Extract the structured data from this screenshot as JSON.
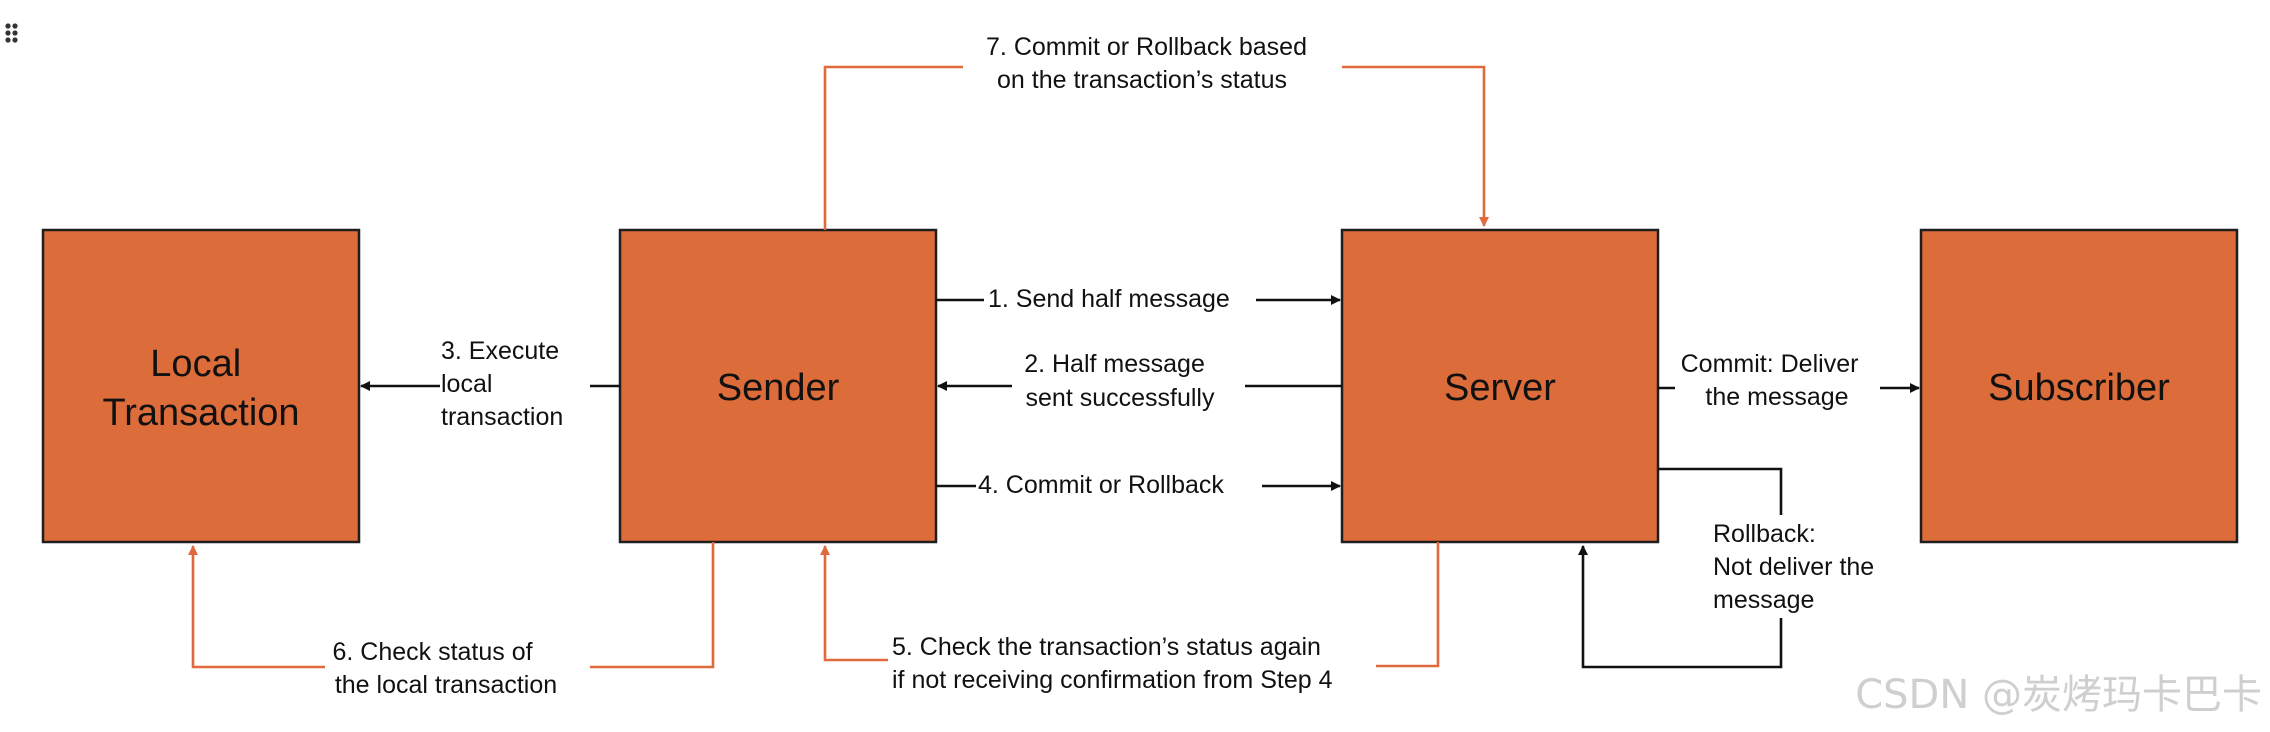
{
  "nodes": {
    "local_transaction": [
      "Local",
      "Transaction"
    ],
    "sender": "Sender",
    "server": "Server",
    "subscriber": "Subscriber"
  },
  "edges": {
    "step1": "1. Send half message",
    "step2": [
      "2. Half message",
      "sent successfully"
    ],
    "step3": [
      "3. Execute",
      "local",
      "transaction"
    ],
    "step4": "4. Commit or Rollback",
    "step5": [
      "5. Check the transaction’s status again",
      "if not receiving confirmation from Step 4"
    ],
    "step6": [
      "6. Check status of",
      "the local transaction"
    ],
    "step7": [
      "7. Commit or Rollback based",
      "on the transaction’s status"
    ],
    "commit": [
      "Commit: Deliver",
      "the message"
    ],
    "rollback": [
      "Rollback:",
      "Not deliver the",
      "message"
    ]
  },
  "watermark": "CSDN @炭烤玛卡巴卡",
  "colors": {
    "box_fill": "#dd6c3b",
    "box_border": "#1e1e1e",
    "orange_arrow": "#e06a3e",
    "black_arrow": "#111111",
    "watermark": "#cfcfcf"
  }
}
